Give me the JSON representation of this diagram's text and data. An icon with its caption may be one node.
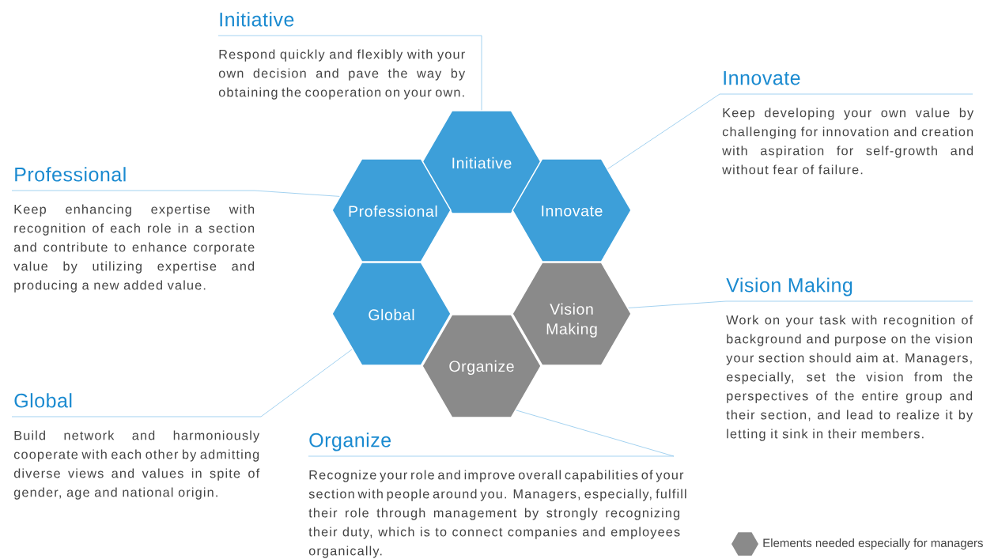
{
  "diagram": {
    "nodes": [
      {
        "text": [
          "Initiative"
        ]
      },
      {
        "text": [
          "Professional"
        ]
      },
      {
        "text": [
          "Innovate"
        ]
      },
      {
        "text": [
          "Global"
        ]
      },
      {
        "text": [
          "Vision Making"
        ]
      },
      {
        "text": [
          "Organize"
        ]
      },
      {
        "text": [
          "Initiative",
          "Respond quickly and flexibly with your own decision and pave the way by obtaining the cooperation on your own."
        ]
      },
      {
        "text": [
          "Innovate",
          "Keep developing your own value by challenging for innovation and creation with aspiration for self-growth and without fear of failure."
        ]
      },
      {
        "text": [
          "Professional",
          "Keep enhancing expertise with recognition of each role in a section and contribute to enhance corporate value by utilizing expertise and producing a new added value."
        ]
      },
      {
        "text": [
          "Vision Making",
          "Work on your task with recognition of background and purpose on the vision your section should aim at. Managers, especially, set the vision from the perspectives of the entire group and their section, and lead to realize it by letting it sink in their members."
        ]
      },
      {
        "text": [
          "Global",
          "Build network and harmoniously cooperate with each other by admitting diverse views and values in spite of gender, age and national origin."
        ]
      },
      {
        "text": [
          "Organize",
          "Recognize your role and improve overall capabilities of your section with people around you. Managers, especially, fulfill their role through management by strongly recognizing their duty, which is to connect companies and employees organically."
        ]
      }
    ],
    "edges": [
      {
        "from": 6,
        "to": 0,
        "arrow": "none"
      },
      {
        "from": 7,
        "to": 2,
        "arrow": "none"
      },
      {
        "from": 8,
        "to": 1,
        "arrow": "none"
      },
      {
        "from": 9,
        "to": 4,
        "arrow": "none"
      },
      {
        "from": 10,
        "to": 3,
        "arrow": "none"
      },
      {
        "from": 11,
        "to": 5,
        "arrow": "none"
      }
    ],
    "legend": [
      {
        "text": "Elements needed especially for managers",
        "color": "#8a8a8a"
      }
    ]
  }
}
